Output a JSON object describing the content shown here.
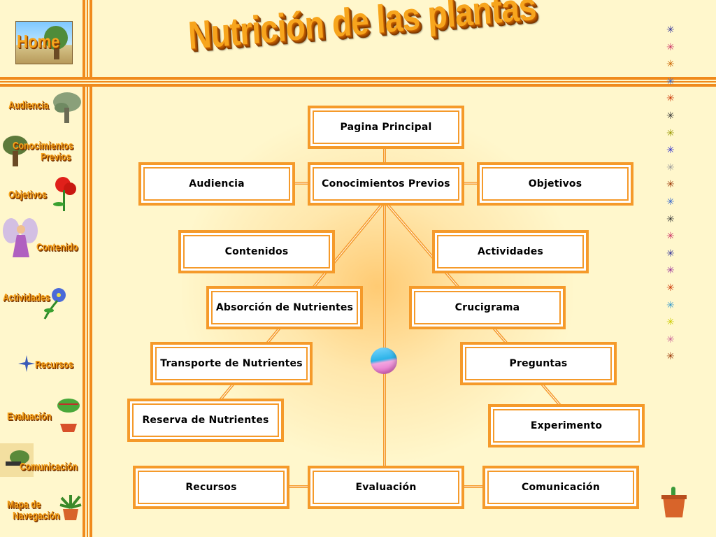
{
  "title": "Nutrición de las plantas",
  "home": {
    "label": "Home"
  },
  "nav": {
    "audiencia": "Audiencia",
    "conocimientos_line1": "Conocimientos",
    "conocimientos_line2": "Previos",
    "objetivos": "Objetivos",
    "contenido": "Contenido",
    "actividades": "Actividades",
    "recursos": "Recursos",
    "evaluacion": "Evaluación",
    "comunicacion": "Comunicación",
    "mapa_line1": "Mapa de",
    "mapa_line2": "Navegación"
  },
  "map": {
    "pagina_principal": "Pagina Principal",
    "audiencia": "Audiencia",
    "conocimientos_previos": "Conocimientos Previos",
    "objetivos": "Objetivos",
    "contenidos": "Contenidos",
    "actividades": "Actividades",
    "absorcion": "Absorción de Nutrientes",
    "crucigrama": "Crucigrama",
    "transporte": "Transporte de Nutrientes",
    "preguntas": "Preguntas",
    "reserva": "Reserva de Nutrientes",
    "experimento": "Experimento",
    "recursos": "Recursos",
    "evaluacion": "Evaluación",
    "comunicacion": "Comunicación"
  },
  "colors": {
    "accent": "#f08a1c",
    "background": "#fff7cc",
    "title_fill": "#f7a51d"
  },
  "decor": {
    "stars": [
      "#333399",
      "#cc3366",
      "#cc6600",
      "#3366cc",
      "#cc3300",
      "#333333",
      "#999900",
      "#3333cc",
      "#999999",
      "#993300",
      "#3366cc",
      "#333333",
      "#cc3366",
      "#333399",
      "#993399",
      "#cc3300",
      "#3399cc",
      "#cccc00",
      "#cc6699",
      "#993300"
    ]
  }
}
